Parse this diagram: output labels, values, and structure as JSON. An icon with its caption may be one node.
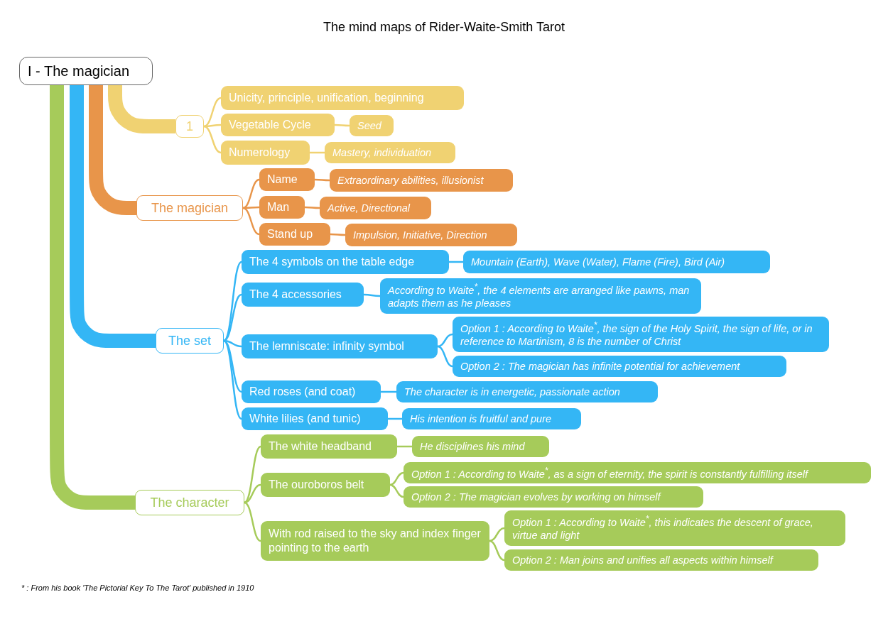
{
  "diagram": {
    "title": "The mind maps of Rider-Waite-Smith Tarot",
    "nodes": [
      {
        "text": [
          "I - The magician"
        ]
      },
      {
        "text": [
          "1"
        ]
      },
      {
        "text": [
          "Unicity, principle, unification, beginning"
        ]
      },
      {
        "text": [
          "Vegetable Cycle"
        ]
      },
      {
        "text": [
          "Seed"
        ]
      },
      {
        "text": [
          "Numerology"
        ]
      },
      {
        "text": [
          "Mastery, individuation"
        ]
      },
      {
        "text": [
          "The magician"
        ]
      },
      {
        "text": [
          "Name"
        ]
      },
      {
        "text": [
          "Extraordinary abilities, illusionist"
        ]
      },
      {
        "text": [
          "Man"
        ]
      },
      {
        "text": [
          "Active, Directional"
        ]
      },
      {
        "text": [
          "Stand up"
        ]
      },
      {
        "text": [
          "Impulsion, Initiative, Direction"
        ]
      },
      {
        "text": [
          "The set"
        ]
      },
      {
        "text": [
          "The 4 symbols on the table edge"
        ]
      },
      {
        "text": [
          "Mountain (Earth), Wave (Water), Flame (Fire), Bird (Air)"
        ]
      },
      {
        "text": [
          "The 4 accessories"
        ]
      },
      {
        "text": [
          "According to Waite$^{*}$, the 4 elements are arranged like pawns, man adapts them as he pleases"
        ]
      },
      {
        "text": [
          "The lemniscate: infinity symbol"
        ]
      },
      {
        "text": [
          "Option 1 : According to Waite$^{*}$, the sign of the Holy Spirit, the sign of life, or in reference to Martinism, 8 is the number of Christ"
        ]
      },
      {
        "text": [
          "Option 2 : The magician has infinite potential for achievement"
        ]
      },
      {
        "text": [
          "Red roses (and coat)"
        ]
      },
      {
        "text": [
          "The character is in energetic, passionate action"
        ]
      },
      {
        "text": [
          "White lilies (and tunic)"
        ]
      },
      {
        "text": [
          "His intention is fruitful and pure"
        ]
      },
      {
        "text": [
          "The character"
        ]
      },
      {
        "text": [
          "The white headband"
        ]
      },
      {
        "text": [
          "He disciplines his mind"
        ]
      },
      {
        "text": [
          "The ouroboros belt"
        ]
      },
      {
        "text": [
          "Option 1 : According to Waite$^{*}$, as a sign of eternity, the spirit is constantly fulfilling itself"
        ]
      },
      {
        "text": [
          "Option 2 : The magician evolves by working on himself"
        ]
      },
      {
        "text": [
          "With rod raised to the sky and index finger pointing to the earth"
        ]
      },
      {
        "text": [
          "Option 1 : According to Waite$^{*}$, this indicates the descent of grace, virtue and light"
        ]
      },
      {
        "text": [
          "Option 2 : Man joins and unifies all aspects within himself"
        ]
      }
    ],
    "edges": [
      {
        "from": 0,
        "to": 1,
        "arrow": "none",
        "style": "thick",
        "color": "#f0d272"
      },
      {
        "from": 0,
        "to": 7,
        "arrow": "none",
        "style": "thick",
        "color": "#e8954a"
      },
      {
        "from": 0,
        "to": 14,
        "arrow": "none",
        "style": "thick"
      },
      {
        "from": 0,
        "to": 26,
        "arrow": "none",
        "style": "thick",
        "color": "#a6cb5a"
      },
      {
        "from": 1,
        "to": 2,
        "arrow": "none",
        "color": "#f0d272"
      },
      {
        "from": 1,
        "to": 3,
        "arrow": "none",
        "color": "#f0d272"
      },
      {
        "from": 3,
        "to": 4,
        "arrow": "none",
        "color": "#f0d272"
      },
      {
        "from": 1,
        "to": 5,
        "arrow": "none",
        "color": "#f0d272"
      },
      {
        "from": 5,
        "to": 6,
        "arrow": "none",
        "color": "#f0d272"
      },
      {
        "from": 7,
        "to": 8,
        "arrow": "none",
        "color": "#e8954a"
      },
      {
        "from": 8,
        "to": 9,
        "arrow": "none",
        "color": "#e8954a"
      },
      {
        "from": 7,
        "to": 10,
        "arrow": "none",
        "color": "#e8954a"
      },
      {
        "from": 10,
        "to": 11,
        "arrow": "none",
        "color": "#e8954a"
      },
      {
        "from": 7,
        "to": 12,
        "arrow": "none",
        "color": "#e8954a"
      },
      {
        "from": 12,
        "to": 13,
        "arrow": "none",
        "color": "#e8954a"
      },
      {
        "from": 14,
        "to": 15,
        "arrow": "none"
      },
      {
        "from": 15,
        "to": 16,
        "arrow": "none"
      },
      {
        "from": 14,
        "to": 17,
        "arrow": "none"
      },
      {
        "from": 17,
        "to": 18,
        "arrow": "none"
      },
      {
        "from": 14,
        "to": 19,
        "arrow": "none"
      },
      {
        "from": 19,
        "to": 20,
        "arrow": "none"
      },
      {
        "from": 19,
        "to": 21,
        "arrow": "none"
      },
      {
        "from": 14,
        "to": 22,
        "arrow": "none"
      },
      {
        "from": 22,
        "to": 23,
        "arrow": "none"
      },
      {
        "from": 14,
        "to": 24,
        "arrow": "none"
      },
      {
        "from": 24,
        "to": 25,
        "arrow": "none"
      },
      {
        "from": 26,
        "to": 27,
        "arrow": "none",
        "color": "#a6cb5a"
      },
      {
        "from": 27,
        "to": 28,
        "arrow": "none",
        "color": "#a6cb5a"
      },
      {
        "from": 26,
        "to": 29,
        "arrow": "none",
        "color": "#a6cb5a"
      },
      {
        "from": 29,
        "to": 30,
        "arrow": "none",
        "color": "#a6cb5a"
      },
      {
        "from": 29,
        "to": 31,
        "arrow": "none",
        "color": "#a6cb5a"
      },
      {
        "from": 26,
        "to": 32,
        "arrow": "none",
        "color": "#a6cb5a"
      },
      {
        "from": 32,
        "to": 33,
        "arrow": "none",
        "color": "#a6cb5a"
      },
      {
        "from": 32,
        "to": 34,
        "arrow": "none",
        "color": "#a6cb5a"
      }
    ],
    "labels": [
      "* : From his book 'The Pictorial Key To The Tarot' published in 1910"
    ]
  }
}
